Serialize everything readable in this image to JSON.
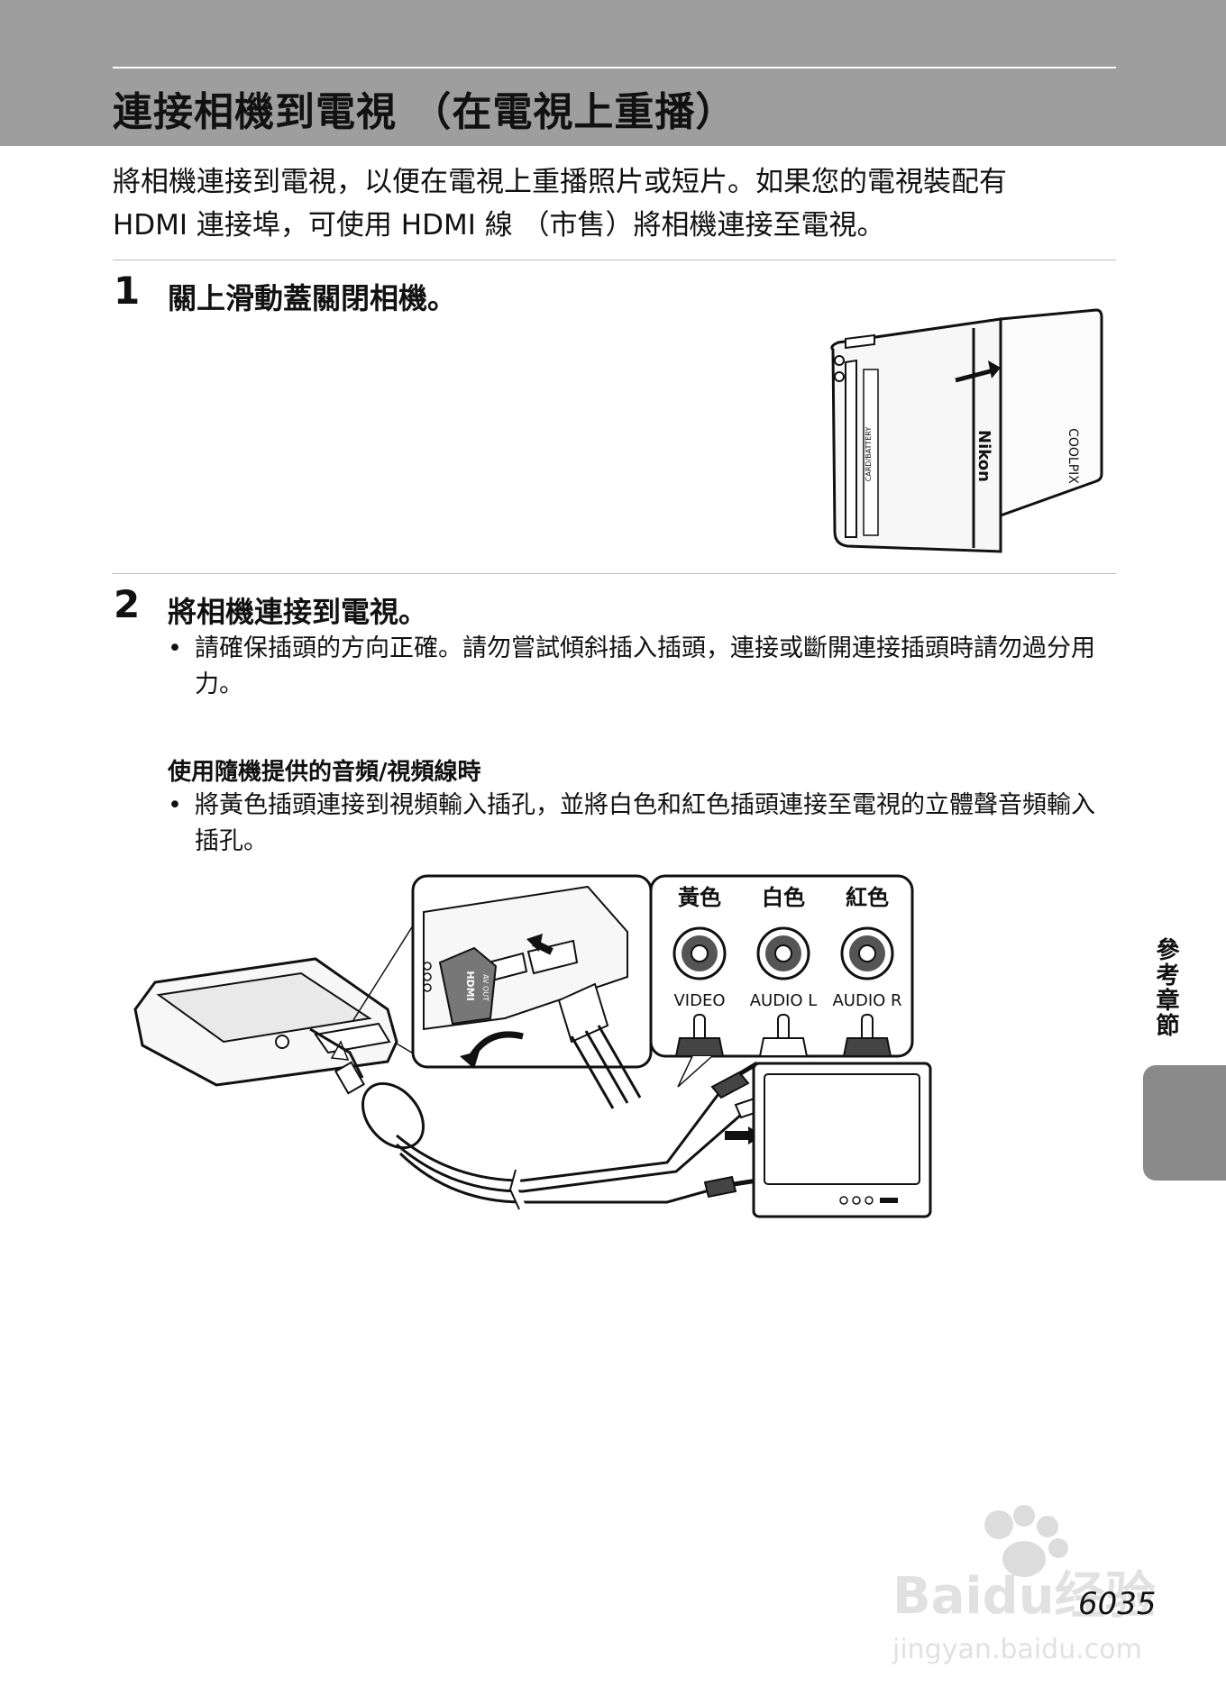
{
  "page": {
    "title": "連接相機到電視 （在電視上重播）",
    "intro_line1": "將相機連接到電視，以便在電視上重播照片或短片。如果您的電視裝配有",
    "intro_line2": "HDMI 連接埠，可使用 HDMI 線 （市售）將相機連接至電視。"
  },
  "steps": [
    {
      "number": "1",
      "title": "關上滑動蓋關閉相機。"
    },
    {
      "number": "2",
      "title": "將相機連接到電視。",
      "bullets": [
        "請確保插頭的方向正確。請勿嘗試傾斜插入插頭，連接或斷開連接插頭時請勿過分用力。"
      ]
    }
  ],
  "av_section": {
    "heading": "使用隨機提供的音頻/視頻線時",
    "bullets": [
      "將黃色插頭連接到視頻輸入插孔，並將白色和紅色插頭連接至電視的立體聲音頻輸入插孔。"
    ]
  },
  "camera_illustration": {
    "brand": "Nikon",
    "model": "COOLPIX",
    "door_label": "CARD/BATTERY"
  },
  "connector_illustration": {
    "door_labels": [
      "HDMI",
      "AV OUT"
    ],
    "jacks": [
      {
        "color_label": "黃色",
        "port_label": "VIDEO"
      },
      {
        "color_label": "白色",
        "port_label": "AUDIO L"
      },
      {
        "color_label": "紅色",
        "port_label": "AUDIO R"
      }
    ]
  },
  "side_tab": {
    "label": "參考章節"
  },
  "footer": {
    "page_ref": "6035"
  },
  "watermark": {
    "brand": "Baidu经验",
    "url": "jingyan.baidu.com"
  }
}
